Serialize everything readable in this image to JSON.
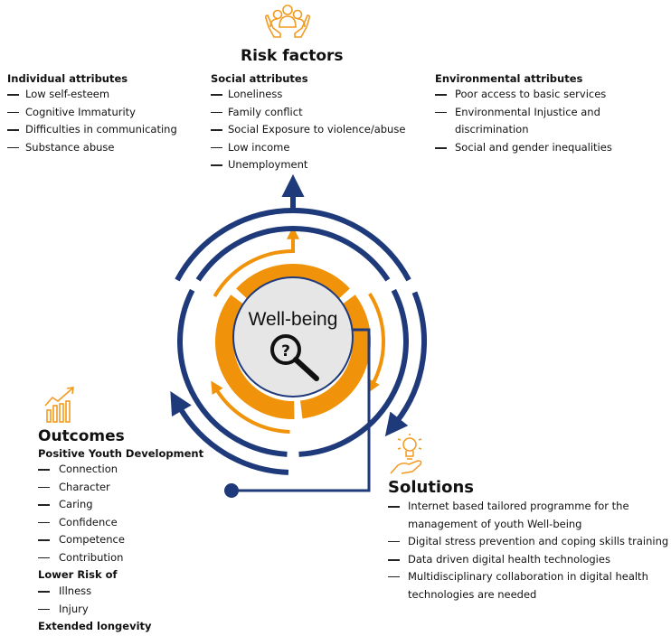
{
  "colors": {
    "navy": "#1f3a7a",
    "orange": "#f0930a",
    "icon_orange": "#f29a1f",
    "center_fill": "#e6e6e6"
  },
  "risk_factors": {
    "title": "Risk factors",
    "icon": "people-in-hands-icon",
    "individual": {
      "heading": "Individual attributes",
      "items": [
        "Low self-esteem",
        "Cognitive Immaturity",
        "Difficulties in communicating",
        "Substance abuse"
      ]
    },
    "social": {
      "heading": "Social attributes",
      "items": [
        "Loneliness",
        "Family conflict",
        "Social Exposure to violence/abuse",
        "Low income",
        "Unemployment"
      ]
    },
    "environmental": {
      "heading": "Environmental  attributes",
      "items": [
        "Poor access to basic services",
        "Environmental Injustice and\ndiscrimination",
        "Social and gender inequalities"
      ]
    }
  },
  "center": {
    "label": "Well-being",
    "icon": "magnifier-question-icon",
    "glyph": "?"
  },
  "outcomes": {
    "title": "Outcomes",
    "icon": "growth-chart-icon",
    "pyd_heading": "Positive Youth Development",
    "pyd_items": [
      "Connection",
      "Character",
      "Caring",
      "Confidence",
      "Competence",
      "Contribution"
    ],
    "risk_heading": "Lower Risk of",
    "risk_items": [
      "Illness",
      "Injury"
    ],
    "longevity": "Extended longevity"
  },
  "solutions": {
    "title": "Solutions",
    "icon": "lightbulb-hand-icon",
    "items": [
      "Internet based tailored programme for the\nmanagement of youth Well-being",
      "Digital stress prevention and coping skills training",
      "Data driven digital health technologies",
      "Multidisciplinary collaboration in digital health\ntechnologies are needed"
    ]
  }
}
